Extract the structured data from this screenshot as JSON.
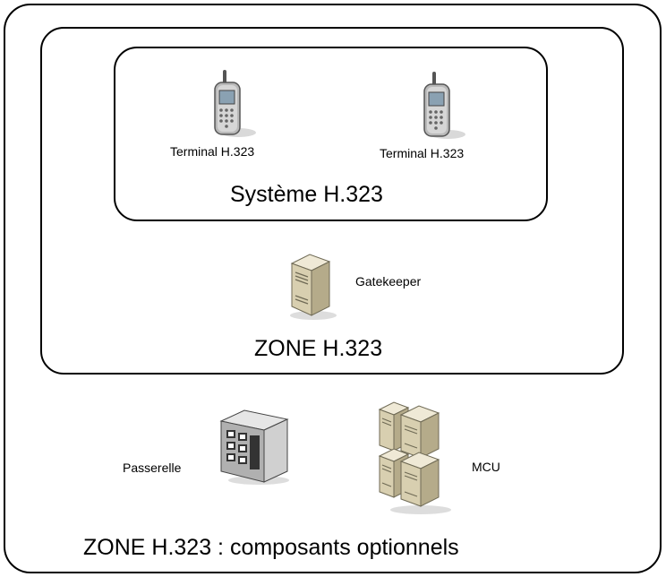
{
  "diagram": {
    "system": {
      "title": "Système H.323",
      "terminals": [
        {
          "label": "Terminal H.323",
          "icon": "mobile-phone-icon"
        },
        {
          "label": "Terminal H.323",
          "icon": "mobile-phone-icon"
        }
      ]
    },
    "zone": {
      "title": "ZONE H.323",
      "gatekeeper": {
        "label": "Gatekeeper",
        "icon": "server-tower-icon"
      }
    },
    "outer": {
      "title": "ZONE H.323 : composants optionnels",
      "gateway": {
        "label": "Passerelle",
        "icon": "gateway-box-icon"
      },
      "mcu": {
        "label": "MCU",
        "icon": "server-cluster-icon"
      }
    }
  }
}
